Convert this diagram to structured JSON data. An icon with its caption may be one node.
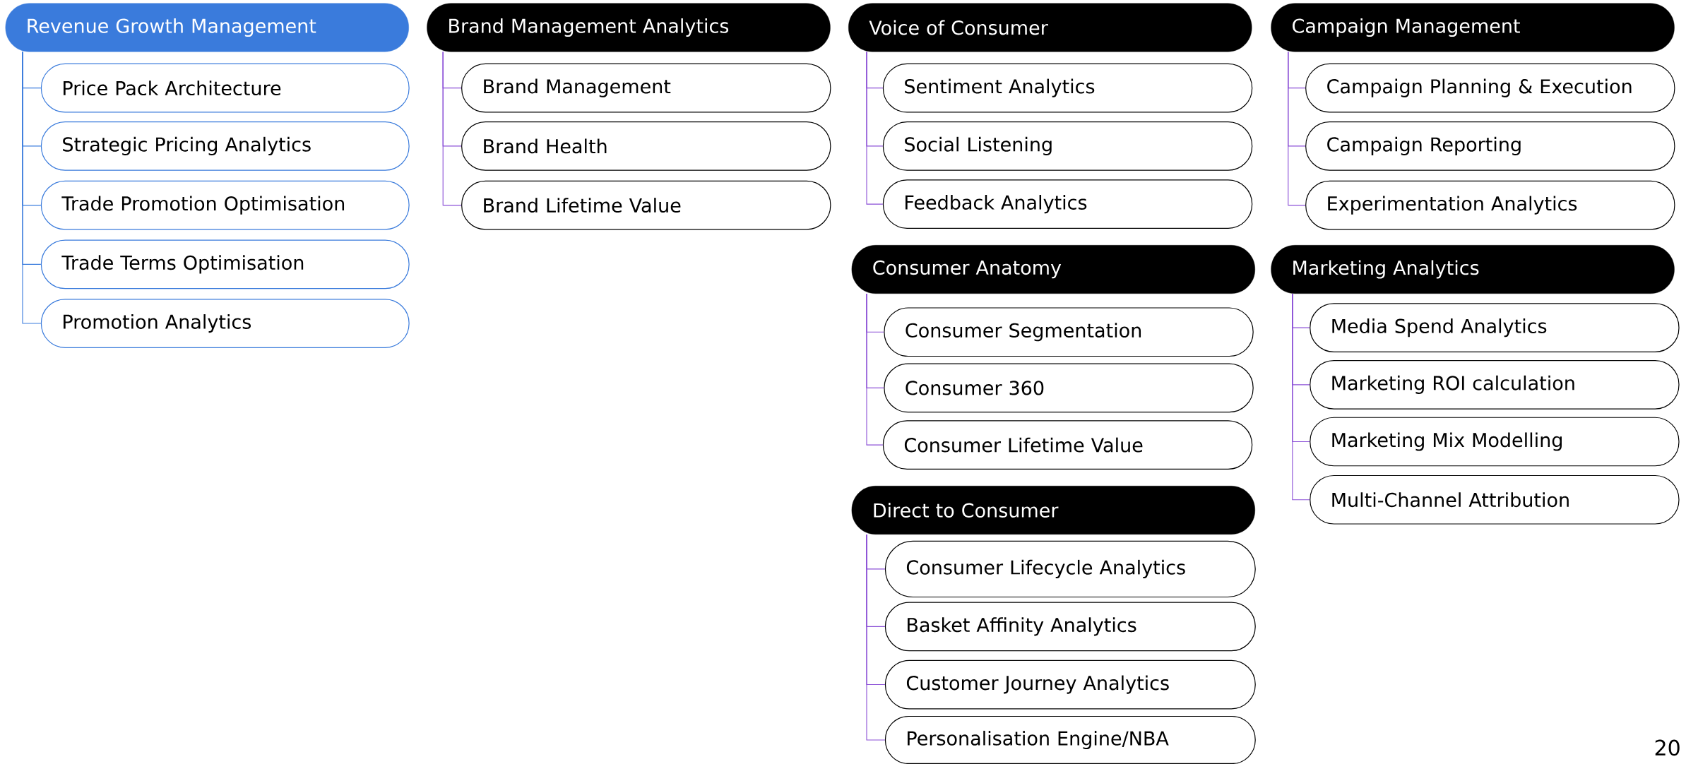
{
  "diagram": {
    "nodes": [
      {
        "text": [
          "Revenue Growth Management"
        ]
      },
      {
        "text": [
          "Price Pack Architecture"
        ]
      },
      {
        "text": [
          "Strategic Pricing Analytics"
        ]
      },
      {
        "text": [
          "Trade Promotion Optimisation"
        ]
      },
      {
        "text": [
          "Trade Terms Optimisation"
        ]
      },
      {
        "text": [
          "Promotion Analytics"
        ]
      },
      {
        "text": [
          "Brand Management Analytics"
        ]
      },
      {
        "text": [
          "Brand Management"
        ]
      },
      {
        "text": [
          "Brand Health"
        ]
      },
      {
        "text": [
          "Brand Lifetime Value"
        ]
      },
      {
        "text": [
          "Voice of Consumer"
        ]
      },
      {
        "text": [
          "Sentiment Analytics"
        ]
      },
      {
        "text": [
          "Social Listening"
        ]
      },
      {
        "text": [
          "Feedback Analytics"
        ]
      },
      {
        "text": [
          "Consumer Anatomy"
        ]
      },
      {
        "text": [
          "Consumer Segmentation"
        ]
      },
      {
        "text": [
          "Consumer 360"
        ]
      },
      {
        "text": [
          "Consumer Lifetime Value"
        ]
      },
      {
        "text": [
          "Direct to Consumer"
        ]
      },
      {
        "text": [
          "Consumer Lifecycle Analytics"
        ]
      },
      {
        "text": [
          "Basket Affinity Analytics"
        ]
      },
      {
        "text": [
          "Customer Journey Analytics"
        ]
      },
      {
        "text": [
          "Personalisation Engine/NBA"
        ]
      },
      {
        "text": [
          "Campaign Management"
        ]
      },
      {
        "text": [
          "Campaign Planning & Execution"
        ]
      },
      {
        "text": [
          "Campaign Reporting"
        ]
      },
      {
        "text": [
          "Experimentation Analytics"
        ]
      },
      {
        "text": [
          "Marketing Analytics"
        ]
      },
      {
        "text": [
          "Media Spend Analytics"
        ]
      },
      {
        "text": [
          "Marketing ROI calculation"
        ]
      },
      {
        "text": [
          "Marketing Mix Modelling"
        ]
      },
      {
        "text": [
          "Multi-Channel Attribution"
        ]
      }
    ],
    "edges": [
      {
        "from": 0,
        "to": 1,
        "arrow": "none",
        "color": "#3b7ddd"
      },
      {
        "from": 0,
        "to": 2,
        "arrow": "none",
        "color": "#3b7ddd"
      },
      {
        "from": 0,
        "to": 3,
        "arrow": "none",
        "color": "#3b7ddd"
      },
      {
        "from": 0,
        "to": 4,
        "arrow": "none",
        "color": "#3b7ddd"
      },
      {
        "from": 0,
        "to": 5,
        "arrow": "none",
        "color": "#3b7ddd"
      },
      {
        "from": 6,
        "to": 7,
        "arrow": "none"
      },
      {
        "from": 6,
        "to": 8,
        "arrow": "none"
      },
      {
        "from": 6,
        "to": 9,
        "arrow": "none"
      },
      {
        "from": 10,
        "to": 11,
        "arrow": "none"
      },
      {
        "from": 10,
        "to": 12,
        "arrow": "none"
      },
      {
        "from": 10,
        "to": 13,
        "arrow": "none"
      },
      {
        "from": 14,
        "to": 15,
        "arrow": "none"
      },
      {
        "from": 14,
        "to": 16,
        "arrow": "none"
      },
      {
        "from": 14,
        "to": 17,
        "arrow": "none"
      },
      {
        "from": 18,
        "to": 19,
        "arrow": "none"
      },
      {
        "from": 18,
        "to": 20,
        "arrow": "none"
      },
      {
        "from": 18,
        "to": 21,
        "arrow": "none"
      },
      {
        "from": 18,
        "to": 22,
        "arrow": "none"
      },
      {
        "from": 23,
        "to": 24,
        "arrow": "none"
      },
      {
        "from": 23,
        "to": 25,
        "arrow": "none"
      },
      {
        "from": 23,
        "to": 26,
        "arrow": "none"
      },
      {
        "from": 27,
        "to": 28,
        "arrow": "none"
      },
      {
        "from": 27,
        "to": 29,
        "arrow": "none"
      },
      {
        "from": 27,
        "to": 30,
        "arrow": "none"
      },
      {
        "from": 27,
        "to": 31,
        "arrow": "none"
      }
    ],
    "labels": [
      "20"
    ]
  }
}
